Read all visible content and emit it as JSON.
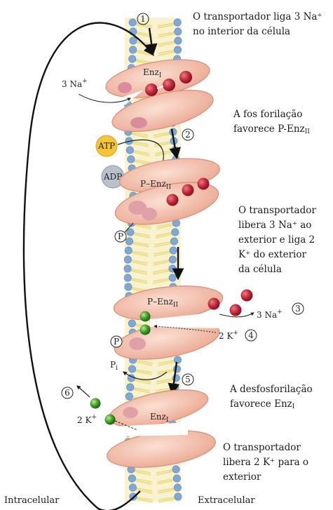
{
  "captions": {
    "step1": [
      "O transportador liga 3 Na⁺",
      "no interior da célula"
    ],
    "step2": [
      "A fos forilação",
      "favorece P-Enz"
    ],
    "step2_sub": "II",
    "step3": [
      "O transportador",
      "libera 3 Na⁺ ao",
      "exterior e liga 2",
      "K⁺ do exterior",
      "da célula"
    ],
    "step5": [
      "A desfosforilação",
      "favorece Enz"
    ],
    "step5_sub": "I",
    "step6": [
      "O transportador",
      "libera 2 K⁺ para o",
      "exterior"
    ]
  },
  "labels": {
    "enz1_top": "Enz",
    "enz1_sub": "I",
    "na_in": "3 Na",
    "atp": "ATP",
    "adp": "ADP",
    "penz_mid": "P–Enz",
    "penz_sub": "II",
    "p_mid": "P",
    "penz_low": "P–Enz",
    "na_out": "3 Na",
    "k_in": "2 K",
    "p_low": "P",
    "pi": "P",
    "pi_sub": "i",
    "k_out": "2 K",
    "enz1_bottom": "Enz",
    "plus": "+"
  },
  "steps": [
    "①",
    "②",
    "③",
    "④",
    "⑤",
    "⑥"
  ],
  "sides": {
    "left": "Intracelular",
    "right": "Extracelular"
  },
  "colors": {
    "enzyme": "#f1b9a4",
    "enzyme_edge": "#d58f7a",
    "sodium": "#c0283a",
    "potassium": "#3f9a2a",
    "membrane_head": "#7fa8d6",
    "lipid_tail": "#ecdc86",
    "atp": "#f4c43a",
    "adp": "#b9c1cb"
  }
}
